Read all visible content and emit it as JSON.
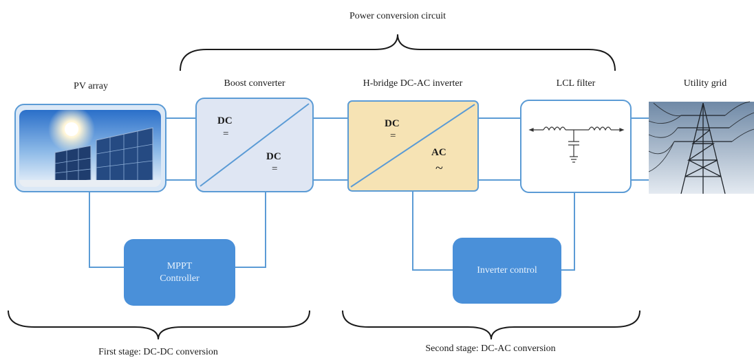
{
  "title": "Power conversion circuit",
  "blocks": {
    "pv_array": {
      "label": "PV array"
    },
    "boost": {
      "label": "Boost converter",
      "in": "DC",
      "in_sym": "=",
      "out": "DC",
      "out_sym": "="
    },
    "inverter": {
      "label": "H-bridge DC-AC inverter",
      "in": "DC",
      "in_sym": "=",
      "out": "AC",
      "out_sym": "~"
    },
    "filter": {
      "label": "LCL filter"
    },
    "grid": {
      "label": "Utility grid"
    }
  },
  "controllers": {
    "mppt": {
      "line1": "MPPT",
      "line2": "Controller"
    },
    "inverter_control": {
      "label": "Inverter control"
    }
  },
  "stages": {
    "first": "First stage: DC-DC conversion",
    "second": "Second stage: DC-AC conversion"
  },
  "colors": {
    "block_border": "#5b9bd5",
    "boost_fill": "#dfe6f3",
    "inverter_fill": "#f6e3b4",
    "controller_fill": "#4a90d9"
  }
}
